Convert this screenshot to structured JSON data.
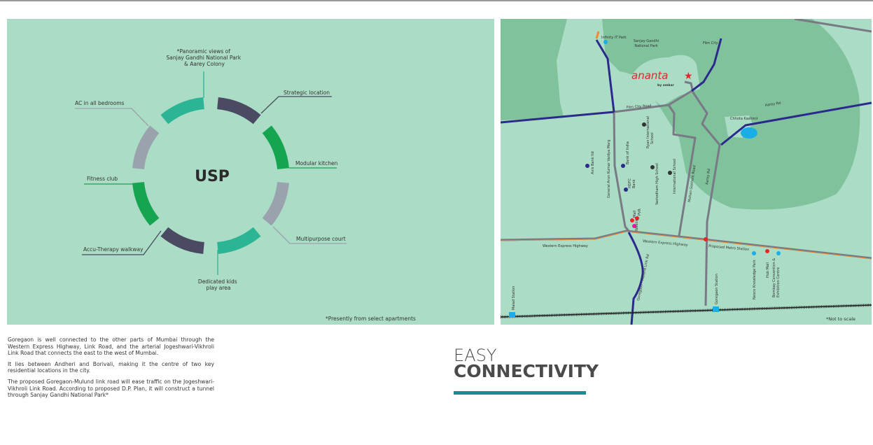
{
  "usp": {
    "title": "USP",
    "items": [
      {
        "label_lines": [
          "*Panoramic views of",
          "Sanjay Gandhi National Park",
          "& Aarey Colony"
        ],
        "color": "#2bb594"
      },
      {
        "label_lines": [
          "Strategic location"
        ],
        "color": "#4a4a62"
      },
      {
        "label_lines": [
          "Modular kitchen"
        ],
        "color": "#15a550"
      },
      {
        "label_lines": [
          "Multipurpose court"
        ],
        "color": "#9aa3ad"
      },
      {
        "label_lines": [
          "Dedicated kids",
          "play area"
        ],
        "color": "#2bb594"
      },
      {
        "label_lines": [
          "Accu-Therapy walkway"
        ],
        "color": "#4a4a62"
      },
      {
        "label_lines": [
          "Fitness club"
        ],
        "color": "#15a550"
      },
      {
        "label_lines": [
          "AC in all bedrooms"
        ],
        "color": "#9aa3ad"
      }
    ],
    "footnote": "*Presently from select apartments"
  },
  "map": {
    "brand": "ananta",
    "brand_sub": "by omkar",
    "labels": {
      "infinity": "Infinity IT Park",
      "sgnp": [
        "Sanjay Gandhi",
        "National Park"
      ],
      "film_city": "Film City",
      "film_city_road": "Film City Road",
      "aarey_rd_top": "Aarey Rd",
      "chhota_kashmir": "Chhota Kashmir",
      "ryan": [
        "Ryan International",
        "School"
      ],
      "axis": "Axis Bank ltd",
      "gakv": "General Arun Kumar Vaidya Marg",
      "boi": "Bank of India",
      "hdfc": [
        "HDFC",
        "Bank"
      ],
      "yashodham": "Yashodham High School",
      "intl": "International School",
      "mohan": "Mohan Gokhale Road",
      "aarey_rd": "Aarey Rd",
      "mall": "Mall",
      "pvr": "PVR",
      "westin": "Westin",
      "weh1": "Western Express Highway",
      "weh2": "Western Express Highway",
      "metro": "Proposed Metro Station",
      "gmlr": "Goregaon - Mulund Link Rd",
      "nesco": "Nesco Knowledge Park",
      "hub": "Hub Mall",
      "bcec": [
        "Bombay Convention &",
        "Exhibition Centre"
      ],
      "malad": "Malad Station",
      "goregaon": "Goregaon Station",
      "scale": "*Not to scale"
    },
    "colors": {
      "highway": "#2b2a8c",
      "road": "#7a7a86",
      "forest": "#7fc29c",
      "water": "#1aaee8",
      "marker": "#e8242a"
    }
  },
  "description": [
    "Goregaon is well connected to the other parts of Mumbai through the Western Express Highway, Link Road, and the arterial Jogeshwari-Vikhroli Link Road that connects the east to the west of Mumbai.",
    "It lies between Andheri and Borivali, making it the centre of two key residential locations in the city.",
    "The proposed Goregaon-Mulund link road will ease traffic on the Jogeshwari-Vikhroli Link Road. According to proposed D.P. Plan, it will construct a tunnel through Sanjay Gandhi National Park*"
  ],
  "heading": {
    "line1": "EASY",
    "line2": "CONNECTIVITY",
    "accent": "#1b8c94"
  }
}
